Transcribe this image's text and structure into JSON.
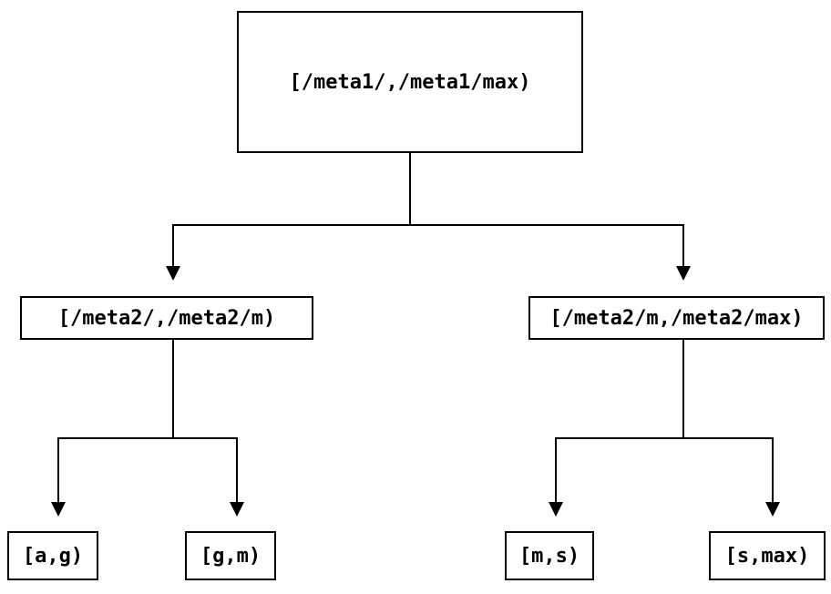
{
  "diagram": {
    "type": "tree",
    "colors": {
      "background": "#ffffff",
      "line": "#000000",
      "text": "#000000"
    },
    "nodes": {
      "root": {
        "label": "[/meta1/,/meta1/max)"
      },
      "meta2_left": {
        "label": "[/meta2/,/meta2/m)"
      },
      "meta2_right": {
        "label": "[/meta2/m,/meta2/max)"
      },
      "leaf_a_g": {
        "label": "[a,g)"
      },
      "leaf_g_m": {
        "label": "[g,m)"
      },
      "leaf_m_s": {
        "label": "[m,s)"
      },
      "leaf_s_max": {
        "label": "[s,max)"
      }
    },
    "edges": [
      {
        "from": "root",
        "to": "meta2_left"
      },
      {
        "from": "root",
        "to": "meta2_right"
      },
      {
        "from": "meta2_left",
        "to": "leaf_a_g"
      },
      {
        "from": "meta2_left",
        "to": "leaf_g_m"
      },
      {
        "from": "meta2_right",
        "to": "leaf_m_s"
      },
      {
        "from": "meta2_right",
        "to": "leaf_s_max"
      }
    ]
  }
}
